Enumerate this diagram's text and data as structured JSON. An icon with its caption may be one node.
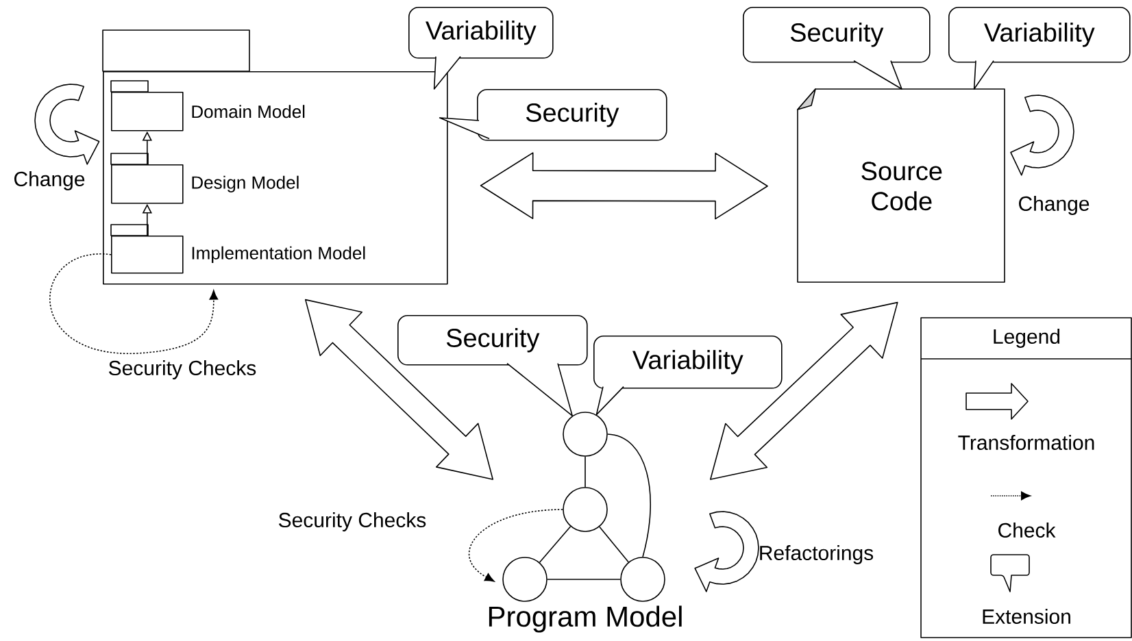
{
  "diagram": {
    "nodes": [
      {
        "text": [],
        "shape": "box"
      },
      {
        "text": [
          "Domain Model"
        ],
        "in": 0
      },
      {
        "text": [
          "Design Model"
        ],
        "in": 0
      },
      {
        "text": [
          "Implementation Model"
        ],
        "in": 0
      },
      {
        "text": [
          "Source Code"
        ]
      },
      {
        "text": [],
        "shape": "circle"
      },
      {
        "text": [],
        "shape": "circle"
      },
      {
        "text": [],
        "shape": "circle"
      },
      {
        "text": [],
        "shape": "circle"
      },
      {
        "text": [
          "Variability"
        ]
      },
      {
        "text": [
          "Security"
        ]
      },
      {
        "text": [
          "Security"
        ]
      },
      {
        "text": [
          "Variability"
        ]
      },
      {
        "text": [
          "Security"
        ]
      },
      {
        "text": [
          "Variability"
        ]
      }
    ],
    "edges": [
      {
        "from": 2,
        "to": 1,
        "arrow": "to"
      },
      {
        "from": 3,
        "to": 2,
        "arrow": "to"
      },
      {
        "from": 0,
        "to": 4,
        "arrow": "both",
        "style": "thick"
      },
      {
        "from": 0,
        "to": 6,
        "arrow": "both",
        "style": "thick"
      },
      {
        "from": 4,
        "to": 6,
        "arrow": "both",
        "style": "thick"
      },
      {
        "from": null,
        "to": 0,
        "arrow": "to",
        "style": "thick",
        "label": "Change"
      },
      {
        "from": null,
        "to": 4,
        "arrow": "to",
        "style": "thick",
        "label": "Change"
      },
      {
        "from": null,
        "to": 8,
        "arrow": "to",
        "style": "thick",
        "label": "Refactorings"
      },
      {
        "from": 3,
        "to": 0,
        "arrow": "to",
        "style": "dashed",
        "label": "Security Checks"
      },
      {
        "from": 6,
        "to": 7,
        "arrow": "to",
        "style": "dashed",
        "label": "Security Checks"
      },
      {
        "from": 5,
        "to": 6,
        "arrow": "none"
      },
      {
        "from": 6,
        "to": 7,
        "arrow": "none"
      },
      {
        "from": 6,
        "to": 8,
        "arrow": "none"
      },
      {
        "from": 7,
        "to": 8,
        "arrow": "none"
      },
      {
        "from": 5,
        "to": 8,
        "arrow": "none"
      }
    ],
    "labels": [
      "Legend",
      "Program Model"
    ],
    "legend": [
      {
        "text": "Transformation"
      },
      {
        "text": "Check"
      },
      {
        "text": "Extension"
      }
    ]
  }
}
